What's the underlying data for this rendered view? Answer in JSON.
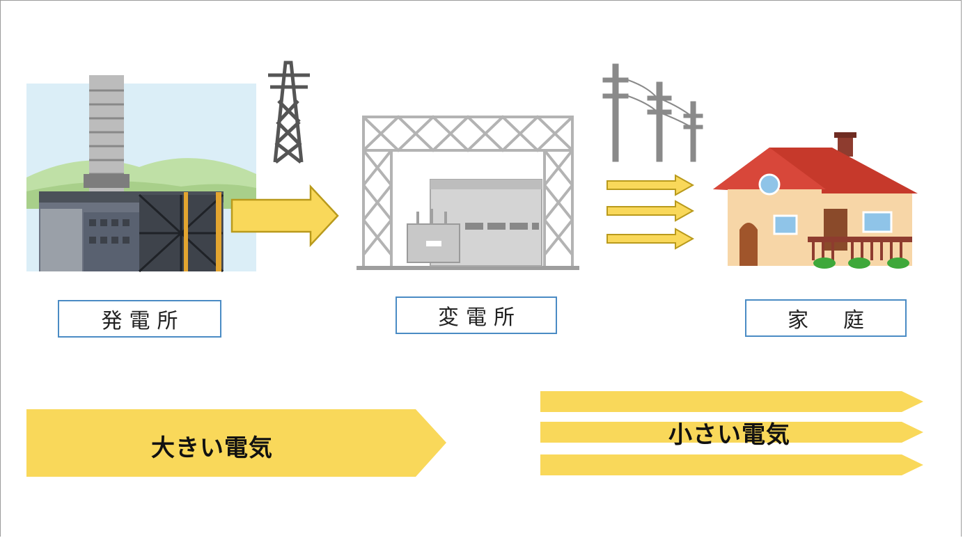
{
  "labels": {
    "power_plant": "発電所",
    "substation": "変電所",
    "home": "家　庭"
  },
  "flow": {
    "big": "大きい電気",
    "small": "小さい電気"
  },
  "colors": {
    "arrow": "#f9d85a",
    "arrow_outline": "#b99a1c",
    "label_border": "#4a8bc4",
    "frame_border": "#9a9a9a"
  }
}
